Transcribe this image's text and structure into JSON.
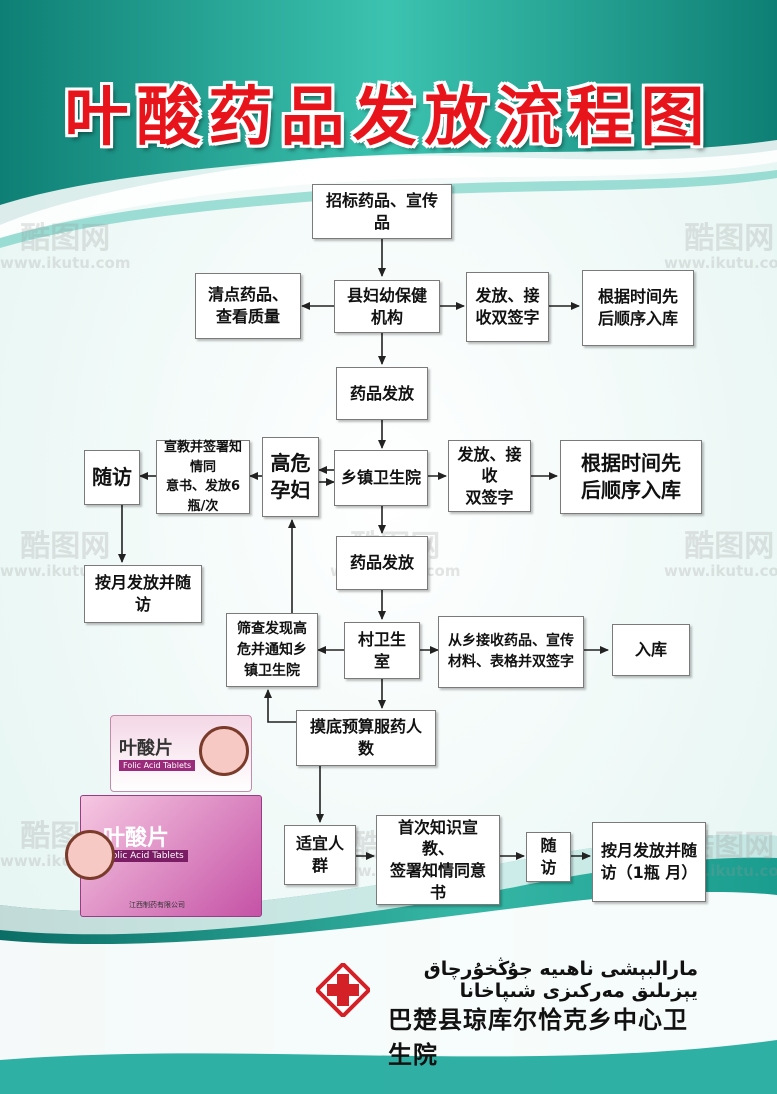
{
  "title": "叶酸药品发放流程图",
  "colors": {
    "title": "#e8141b",
    "teal": "#1aa79a",
    "teal_dark": "#0c6e66",
    "cross": "#d42027",
    "product_pink": "#c552a6"
  },
  "watermark": {
    "logo": "酷图网",
    "url": "www.ikutu.com"
  },
  "nodes": {
    "bid": "招标药品、宣传品",
    "county": "县妇幼保健机构",
    "check": "清点药品、\n查看质量",
    "county_sign": "发放、接\n收双签字",
    "county_store": "根据时间先\n后顺序入库",
    "dispense1": "药品发放",
    "township": "乡镇卫生院",
    "high_risk": "高危\n孕妇",
    "consent6": "宣教并签署知情同\n意书、发放6瓶/次",
    "followup": "随访",
    "monthly1": "按月发放并随访",
    "town_sign": "发放、接收\n双签字",
    "town_store": "根据时间先\n后顺序入库",
    "dispense2": "药品发放",
    "village": "村卫生室",
    "screen": "筛查发现高\n危并通知乡\n镇卫生院",
    "village_sign": "从乡接收药品、宣传\n材料、表格并双签字",
    "village_store": "入库",
    "survey": "摸底预算服药人数",
    "eligible": "适宜人群",
    "first_edu": "首次知识宣教、\n签署知情同意书",
    "followup2": "随访",
    "monthly2": "按月发放并随\n访（1瓶 月）"
  },
  "product": {
    "name": "叶酸片",
    "english": "Folic Acid Tablets",
    "maker": "江西制药有限公司"
  },
  "footer": {
    "uyghur": "مارالبېشى ناھىيە جۇڭخۇرچاق يېزىلىق مەركىزى شىپاخانا",
    "hospital": "巴楚县琼库尔恰克乡中心卫生院"
  }
}
